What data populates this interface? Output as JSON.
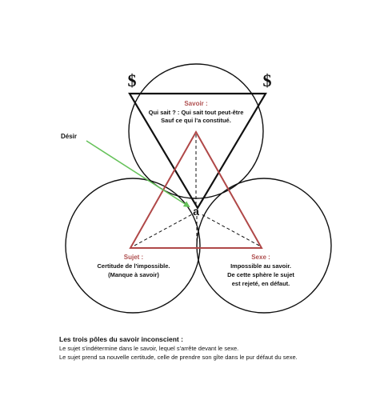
{
  "symbols": {
    "left": "$",
    "right": "$",
    "center": "a"
  },
  "desir": {
    "label": "Désir"
  },
  "savoir": {
    "title": "Savoir :",
    "lines": [
      "Qui sait ? : Qui sait tout peut-être",
      "Sauf ce qui l'a constitué."
    ]
  },
  "sujet": {
    "title": "Sujet :",
    "lines": [
      "Certitude de l'impossible.",
      "(Manque à savoir)"
    ]
  },
  "sexe": {
    "title": "Sexe :",
    "lines": [
      "Impossible au savoir.",
      "De cette sphère le sujet",
      "est rejeté, en défaut."
    ]
  },
  "caption": {
    "title": "Les trois pôles du savoir inconscient :",
    "lines": [
      "Le sujet s'indétermine dans le savoir, lequel s'arrête devant le sexe.",
      "Le sujet prend sa nouvelle certitude, celle de prendre son gîte dans le pur défaut du sexe."
    ]
  },
  "colors": {
    "red_triangle": "#b04848",
    "black_lines": "#111111",
    "arrow_green": "#66c25a",
    "pole_title": "#b05050"
  }
}
